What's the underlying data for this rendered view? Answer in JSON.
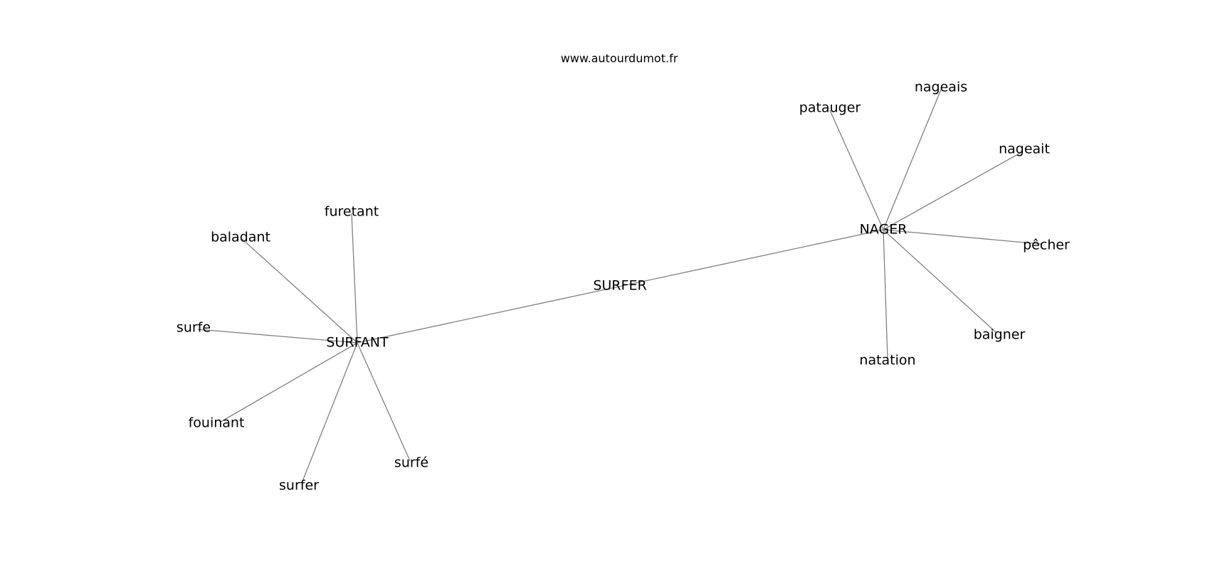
{
  "source": "www.autourdumot.fr",
  "colors": {
    "edge": "#808080",
    "text": "#000000",
    "background": "#ffffff"
  },
  "nodes": [
    {
      "id": "SURFER",
      "label": "SURFER"
    },
    {
      "id": "SURFANT",
      "label": "SURFANT"
    },
    {
      "id": "NAGER",
      "label": "NAGER"
    },
    {
      "id": "furetant",
      "label": "furetant"
    },
    {
      "id": "baladant",
      "label": "baladant"
    },
    {
      "id": "surfe",
      "label": "surfe"
    },
    {
      "id": "fouinant",
      "label": "fouinant"
    },
    {
      "id": "surfer",
      "label": "surfer"
    },
    {
      "id": "surfé",
      "label": "surfé"
    },
    {
      "id": "patauger",
      "label": "patauger"
    },
    {
      "id": "nageais",
      "label": "nageais"
    },
    {
      "id": "nageait",
      "label": "nageait"
    },
    {
      "id": "pêcher",
      "label": "pêcher"
    },
    {
      "id": "baigner",
      "label": "baigner"
    },
    {
      "id": "natation",
      "label": "natation"
    }
  ],
  "edges": [
    [
      "SURFANT",
      "NAGER"
    ],
    [
      "SURFANT",
      "furetant"
    ],
    [
      "SURFANT",
      "baladant"
    ],
    [
      "SURFANT",
      "surfe"
    ],
    [
      "SURFANT",
      "fouinant"
    ],
    [
      "SURFANT",
      "surfer"
    ],
    [
      "SURFANT",
      "surfé"
    ],
    [
      "NAGER",
      "patauger"
    ],
    [
      "NAGER",
      "nageais"
    ],
    [
      "NAGER",
      "nageait"
    ],
    [
      "NAGER",
      "pêcher"
    ],
    [
      "NAGER",
      "baigner"
    ],
    [
      "NAGER",
      "natation"
    ]
  ]
}
